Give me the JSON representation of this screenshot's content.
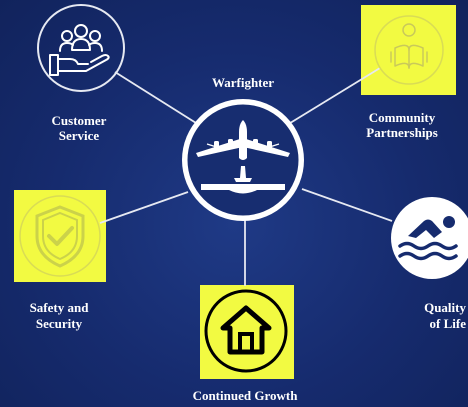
{
  "center": {
    "label": "Warfighter",
    "icon": "aircraft-carrier-icon"
  },
  "nodes": [
    {
      "id": "customer",
      "label_1": "Customer",
      "label_2": "Service",
      "icon": "hand-holding-people-icon",
      "highlighted": false
    },
    {
      "id": "community",
      "label_1": "Community",
      "label_2": "Partnerships",
      "icon": "person-reading-book-icon",
      "highlighted": true
    },
    {
      "id": "safety",
      "label_1": "Safety and",
      "label_2": "Security",
      "icon": "shield-check-icon",
      "highlighted": true
    },
    {
      "id": "growth",
      "label_1": "Continued Growth",
      "icon": "house-icon",
      "highlighted": true
    },
    {
      "id": "quality",
      "label_1": "Quality",
      "label_2": "of Life",
      "icon": "swimmer-icon",
      "highlighted": false
    }
  ],
  "colors": {
    "background": "#162b6e",
    "highlight": "#f2fa42",
    "line": "#e6e9f2",
    "text": "#ffffff"
  }
}
